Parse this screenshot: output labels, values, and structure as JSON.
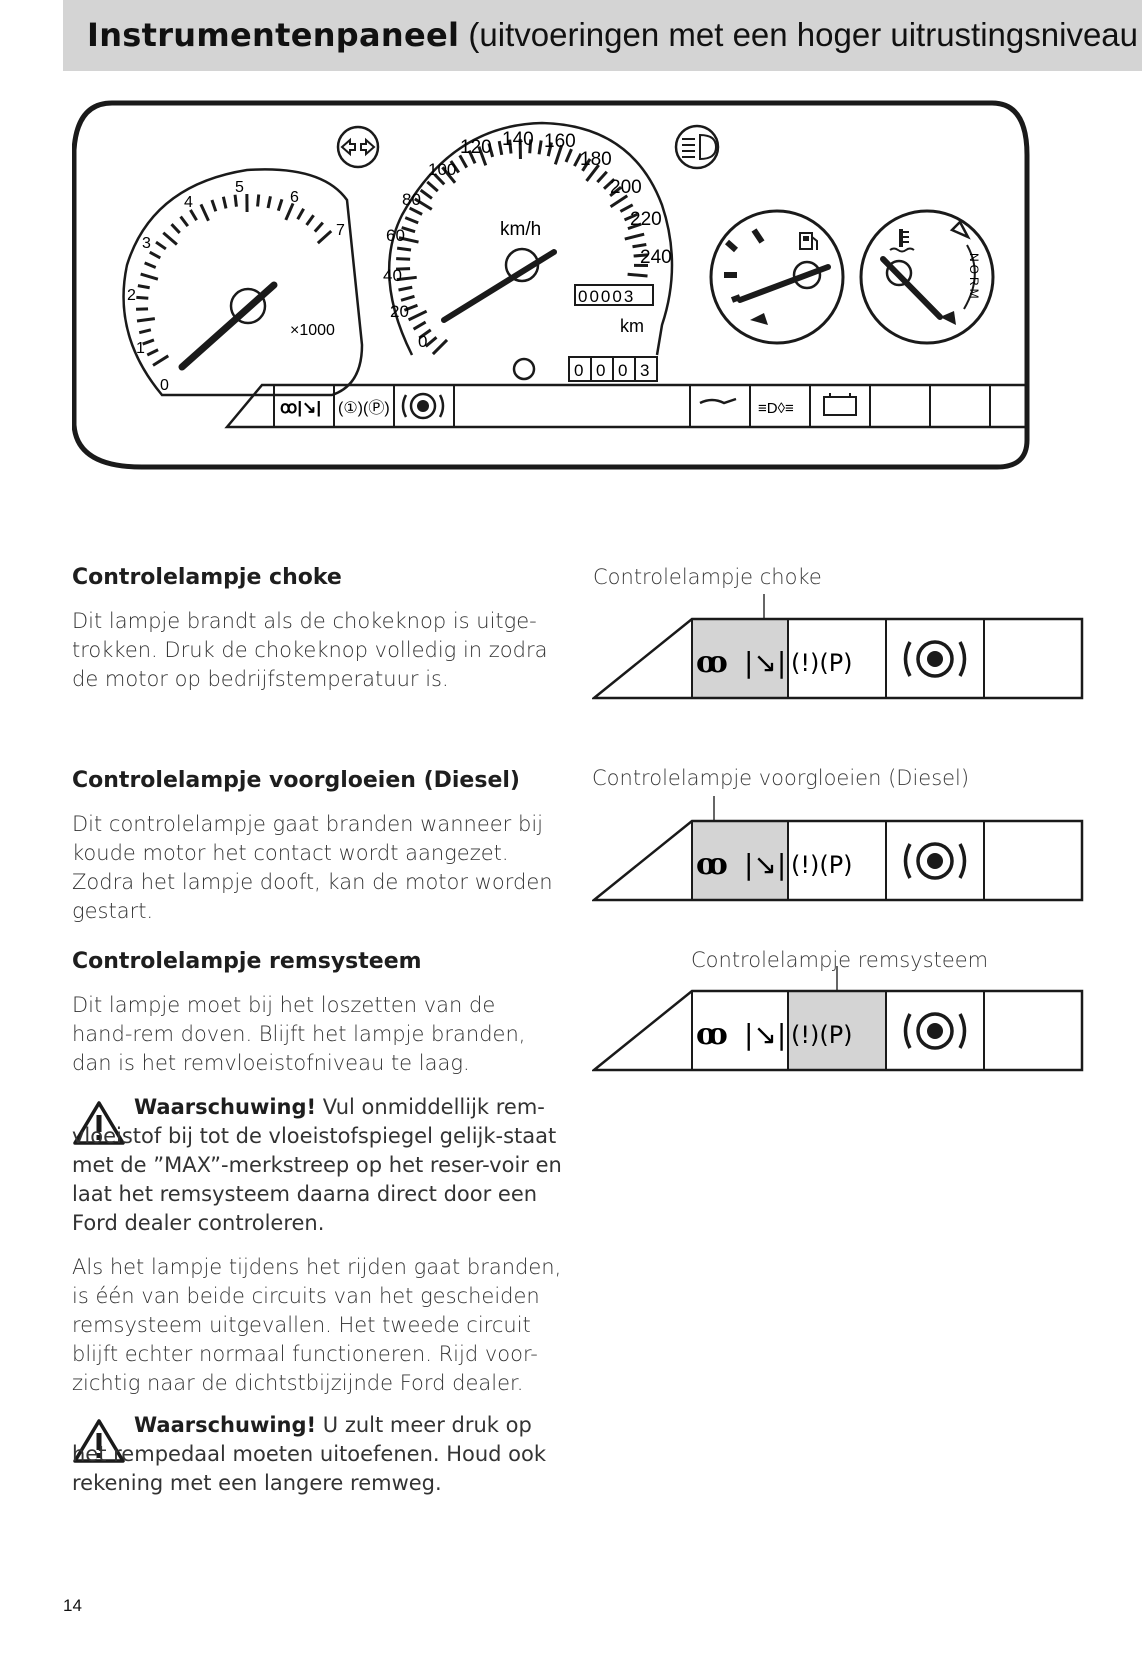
{
  "header": {
    "title_bold": "Instrumentenpaneel",
    "title_rest": " (uitvoeringen met een hoger uitrustingsniveau"
  },
  "dashboard": {
    "tach_numbers": [
      "0",
      "1",
      "2",
      "3",
      "4",
      "5",
      "6",
      "7"
    ],
    "tach_unit": "×1000",
    "speed_numbers": [
      "0",
      "20",
      "40",
      "60",
      "80",
      "100",
      "120",
      "140",
      "160",
      "180",
      "200",
      "220",
      "240"
    ],
    "speed_unit": "km/h",
    "odometer": "00003",
    "odometer_unit": "km",
    "trip": [
      "0",
      "0",
      "0",
      "3"
    ],
    "temp_label": "NORM"
  },
  "sections": {
    "choke": {
      "heading": "Controlelampje choke",
      "body": "Dit lampje brandt als de chokeknop is uitge-trokken. Druk de chokeknop volledig in zodra de motor op bedrijfstemperatuur is."
    },
    "glow": {
      "heading": "Controlelampje voorgloeien (Diesel)",
      "body": "Dit controlelampje gaat branden wanneer bij koude motor het contact wordt aangezet. Zodra het lampje dooft, kan de motor worden gestart."
    },
    "brake": {
      "heading": "Controlelampje remsysteem",
      "body": "Dit lampje moet bij het loszetten van de hand-rem doven. Blijft het lampje branden, dan is het remvloeistofniveau te laag."
    },
    "warning1": {
      "label": "Waarschuwing!",
      "text": " Vul onmiddellijk rem-vloeistof bij tot de vloeistofspiegel gelijk-staat met de ”MAX”-merkstreep op het reser-voir en laat het remsysteem daarna direct door een Ford dealer controleren."
    },
    "circuit": {
      "body": "Als het lampje tijdens het rijden gaat branden, is één van beide circuits van het gescheiden remsysteem uitgevallen. Het tweede circuit blijft echter normaal functioneren. Rijd voor-zichtig naar de dichtstbijzijnde Ford dealer."
    },
    "warning2": {
      "label": "Waarschuwing!",
      "text": " U zult meer druk op het rempedaal moeten uitoefenen. Houd ook rekening met een langere remweg."
    }
  },
  "figures": {
    "caption_choke": "Controlelampje choke",
    "caption_glow": "Controlelampje voorgloeien (Diesel)",
    "caption_brake": "Controlelampje remsysteem"
  },
  "page_number": "14"
}
